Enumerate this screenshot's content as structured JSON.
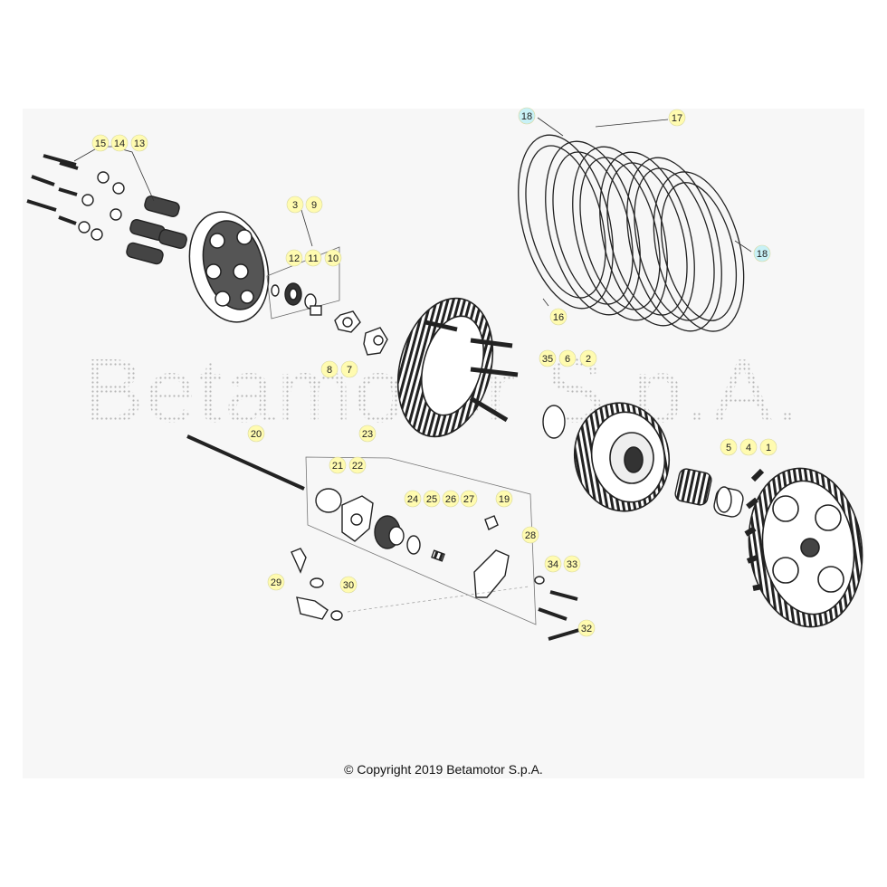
{
  "watermark": "Betamotor S.p.A.",
  "copyright": "© Copyright 2019 Betamotor S.p.A.",
  "colors": {
    "callout_yellow": "#fffbb0",
    "callout_blue": "#c8f1f6",
    "line": "#333333",
    "panel": "#f7f7f7"
  },
  "callouts": [
    {
      "n": "1",
      "t": "y"
    },
    {
      "n": "2",
      "t": "y"
    },
    {
      "n": "3",
      "t": "y"
    },
    {
      "n": "4",
      "t": "y"
    },
    {
      "n": "5",
      "t": "y"
    },
    {
      "n": "6",
      "t": "y"
    },
    {
      "n": "7",
      "t": "y"
    },
    {
      "n": "8",
      "t": "y"
    },
    {
      "n": "9",
      "t": "y"
    },
    {
      "n": "10",
      "t": "y"
    },
    {
      "n": "11",
      "t": "y"
    },
    {
      "n": "12",
      "t": "y"
    },
    {
      "n": "13",
      "t": "y"
    },
    {
      "n": "14",
      "t": "y"
    },
    {
      "n": "15",
      "t": "y"
    },
    {
      "n": "16",
      "t": "y"
    },
    {
      "n": "17",
      "t": "y"
    },
    {
      "n": "18",
      "t": "b"
    },
    {
      "n": "18",
      "t": "b"
    },
    {
      "n": "19",
      "t": "y"
    },
    {
      "n": "20",
      "t": "y"
    },
    {
      "n": "21",
      "t": "y"
    },
    {
      "n": "22",
      "t": "y"
    },
    {
      "n": "23",
      "t": "y"
    },
    {
      "n": "24",
      "t": "y"
    },
    {
      "n": "25",
      "t": "y"
    },
    {
      "n": "26",
      "t": "y"
    },
    {
      "n": "27",
      "t": "y"
    },
    {
      "n": "28",
      "t": "y"
    },
    {
      "n": "29",
      "t": "y"
    },
    {
      "n": "30",
      "t": "y"
    },
    {
      "n": "32",
      "t": "y"
    },
    {
      "n": "33",
      "t": "y"
    },
    {
      "n": "34",
      "t": "y"
    },
    {
      "n": "35",
      "t": "y"
    }
  ]
}
